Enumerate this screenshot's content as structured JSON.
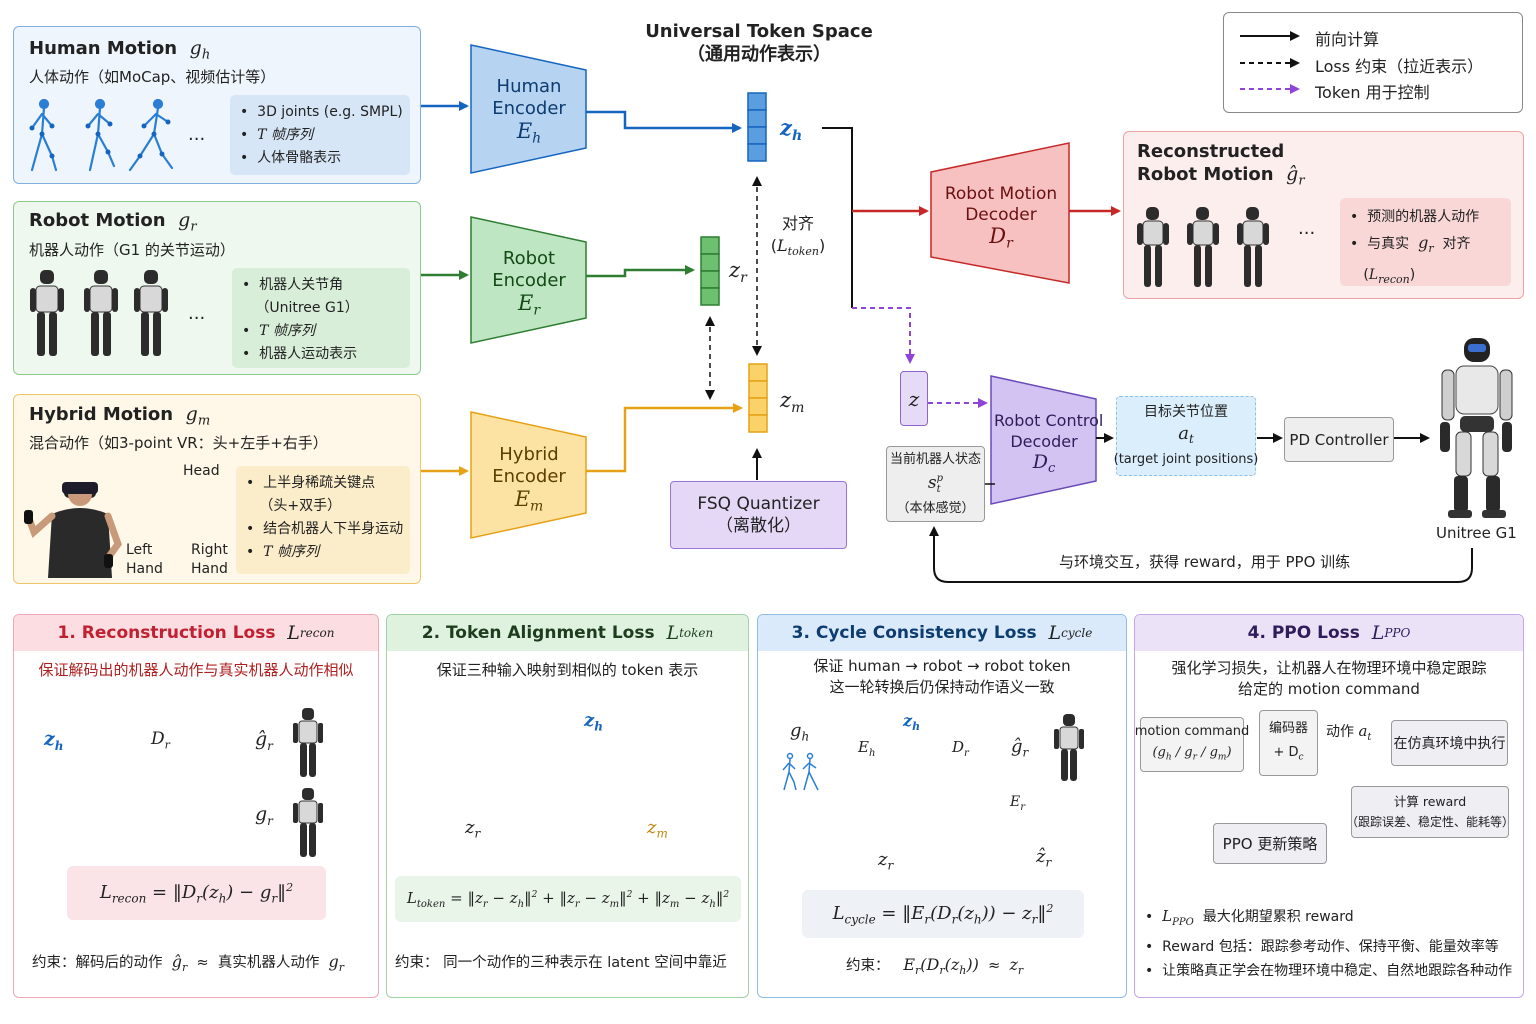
{
  "legend": {
    "forward": "前向计算",
    "loss": "Loss 约束（拉近表示）",
    "token_control": "Token 用于控制"
  },
  "inputs": {
    "human": {
      "title": "Human Motion",
      "symbol": "g",
      "sub": "h",
      "subtitle": "人体动作（如MoCap、视频估计等）",
      "ellipsis": "...",
      "bullets": [
        "3D joints (e.g. SMPL)",
        "T 帧序列",
        "人体骨骼表示"
      ]
    },
    "robot": {
      "title": "Robot Motion",
      "symbol": "g",
      "sub": "r",
      "subtitle": "机器人动作（G1 的关节运动）",
      "ellipsis": "...",
      "bullets": [
        "机器人关节角",
        "（Unitree G1）",
        "T 帧序列",
        "机器人运动表示"
      ]
    },
    "hybrid": {
      "title": "Hybrid Motion",
      "symbol": "g",
      "sub": "m",
      "subtitle": "混合动作（如3-point VR：头+左手+右手）",
      "head": "Head",
      "left": "Left\nHand",
      "right": "Right\nHand",
      "bullets": [
        "上半身稀疏关键点",
        "（头+双手）",
        "结合机器人下半身运动",
        "T 帧序列"
      ]
    }
  },
  "encoders": {
    "human": {
      "line1": "Human",
      "line2": "Encoder",
      "symbol": "E",
      "sub": "h"
    },
    "robot": {
      "line1": "Robot",
      "line2": "Encoder",
      "symbol": "E",
      "sub": "r"
    },
    "hybrid": {
      "line1": "Hybrid",
      "line2": "Encoder",
      "symbol": "E",
      "sub": "m"
    }
  },
  "token_space": {
    "title": "Universal Token Space",
    "subtitle": "（通用动作表示）",
    "zh": {
      "symbol": "z",
      "sub": "h"
    },
    "zr": {
      "symbol": "z",
      "sub": "r"
    },
    "zm": {
      "symbol": "z",
      "sub": "m"
    },
    "align": "对齐",
    "align_loss": "L",
    "align_sub": "token",
    "fsq_line1": "FSQ Quantizer",
    "fsq_line2": "（离散化）"
  },
  "decoder": {
    "line1": "Robot Motion",
    "line2": "Decoder",
    "symbol": "D",
    "sub": "r"
  },
  "reconstructed": {
    "title1": "Reconstructed",
    "title2": "Robot Motion",
    "symbol": "ĝ",
    "sub": "r",
    "ellipsis": "...",
    "bullet1": "预测的机器人动作",
    "bullet2": "与真实",
    "bullet2_sym": "g",
    "bullet2_sub": "r",
    "bullet2_tail": "对齐",
    "bullet3": "L",
    "bullet3_sub": "recon"
  },
  "control": {
    "z": "z",
    "state_line1": "当前机器人状态",
    "state_sym": "s",
    "state_line3": "（本体感觉）",
    "decoder_line1": "Robot Control",
    "decoder_line2": "Decoder",
    "decoder_sym": "D",
    "decoder_sub": "c",
    "target_line1": "目标关节位置",
    "target_sym": "a",
    "target_sub": "t",
    "target_line3": "(target joint positions)",
    "pd": "PD Controller",
    "robot_name": "Unitree G1",
    "feedback": "与环境交互，获得 reward，用于 PPO 训练"
  },
  "losses": {
    "recon": {
      "title": "1. Reconstruction Loss",
      "L": "L",
      "sub": "recon",
      "desc": "保证解码出的机器人动作与真实机器人动作相似",
      "formula": "L_recon = ||D_r(z_h) − g_r||²",
      "caption_pre": "约束：解码后的动作",
      "caption_mid": "≈",
      "caption_post": "真实机器人动作",
      "zh": "z",
      "dr": "D",
      "ghat": "ĝ",
      "gr": "g"
    },
    "token": {
      "title": "2. Token Alignment Loss",
      "L": "L",
      "sub": "token",
      "desc": "保证三种输入映射到相似的 token 表示",
      "formula": "L_token = ||z_r − z_h||² + ||z_r − z_m||² + ||z_m − z_h||²",
      "caption": "约束：  同一个动作的三种表示在 latent 空间中靠近"
    },
    "cycle": {
      "title": "3. Cycle Consistency Loss",
      "L": "L",
      "sub": "cycle",
      "desc1": "保证 human → robot → robot token",
      "desc2": "这一轮转换后仍保持动作语义一致",
      "formula": "L_cycle = ||E_r(D_r(z_h)) − z_r||²",
      "caption_pre": "约束：",
      "caption_mid": "≈"
    },
    "ppo": {
      "title": "4. PPO Loss",
      "L": "L",
      "sub": "PPO",
      "desc1": "强化学习损失，让机器人在物理环境中稳定跟踪",
      "desc2": "给定的 motion command",
      "cmd_line1": "motion command",
      "cmd_line2": "(g_h / g_r / g_m)",
      "enc_line1": "编码器",
      "enc_line2": "+ D",
      "action": "动作",
      "exec": "在仿真环境中执行",
      "reward_line1": "计算 reward",
      "reward_line2": "（跟踪误差、稳定性、能耗等）",
      "update": "PPO 更新策略",
      "b1": "最大化期望累积 reward",
      "b2": "Reward 包括：跟踪参考动作、保持平衡、能量效率等",
      "b3": "让策略真正学会在物理环境中稳定、自然地跟踪各种动作"
    }
  }
}
